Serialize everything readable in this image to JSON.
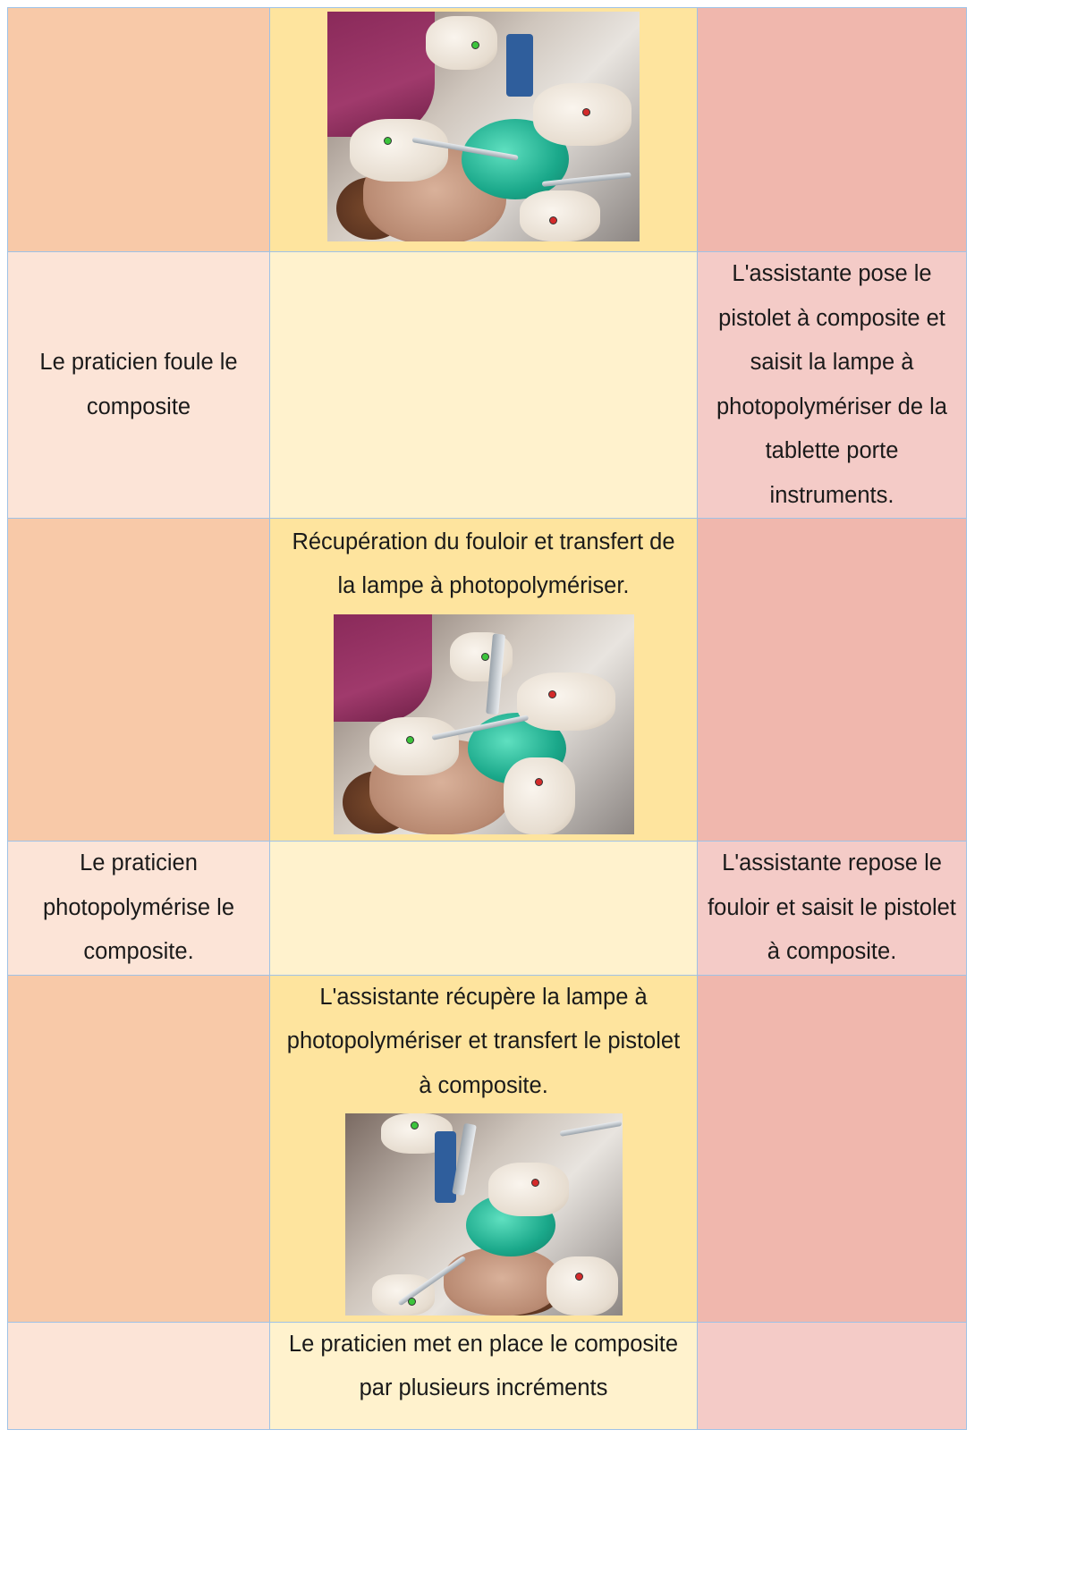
{
  "rows": [
    {
      "left": "",
      "mid": {
        "text": "",
        "photo": "photo-composite-gun-transfer"
      },
      "right": ""
    },
    {
      "left": "Le praticien foule le composite",
      "mid": {
        "text": ""
      },
      "right": "L'assistante pose le pistolet à composite et saisit la lampe à photopolymériser de la tablette porte instruments."
    },
    {
      "left": "",
      "mid": {
        "text": "Récupération du fouloir et transfert de la lampe à photopolymériser.",
        "photo": "photo-curing-lamp-transfer"
      },
      "right": ""
    },
    {
      "left": "Le praticien photopolymérise le composite.",
      "mid": {
        "text": ""
      },
      "right": "L'assistante repose le fouloir et saisit le pistolet à composite."
    },
    {
      "left": "",
      "mid": {
        "text": "L'assistante récupère la lampe à photopolymériser et transfert le pistolet à composite.",
        "photo": "photo-lamp-recovery"
      },
      "right": ""
    },
    {
      "left": "",
      "mid": {
        "text": "Le praticien met en place le composite par plusieurs incréments"
      },
      "right": ""
    }
  ]
}
